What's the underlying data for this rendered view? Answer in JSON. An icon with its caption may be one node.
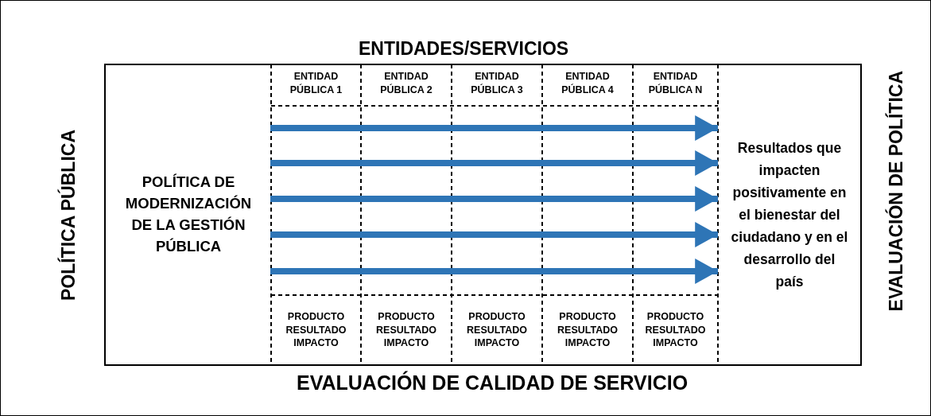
{
  "diagram": {
    "nodes": [
      {
        "text": [
          "ENTIDAD PÚBLICA 1"
        ]
      },
      {
        "text": [
          "ENTIDAD PÚBLICA 2"
        ]
      },
      {
        "text": [
          "ENTIDAD PÚBLICA 3"
        ]
      },
      {
        "text": [
          "ENTIDAD PÚBLICA 4"
        ]
      },
      {
        "text": [
          "ENTIDAD PÚBLICA N"
        ]
      },
      {
        "text": [
          "POLÍTICA DE MODERNIZACIÓN DE LA GESTIÓN PÚBLICA"
        ]
      },
      {
        "text": [
          "Resultados que impacten positivamente en el bienestar del ciudadano y en el desarrollo del país"
        ]
      },
      {
        "text": [
          "PRODUCTO RESULTADO IMPACTO"
        ]
      },
      {
        "text": [
          "PRODUCTO RESULTADO IMPACTO"
        ]
      },
      {
        "text": [
          "PRODUCTO RESULTADO IMPACTO"
        ]
      },
      {
        "text": [
          "PRODUCTO RESULTADO IMPACTO"
        ]
      },
      {
        "text": [
          "PRODUCTO RESULTADO IMPACTO"
        ]
      }
    ],
    "edges": [
      {
        "from": 5,
        "to": 6,
        "arrow": "to"
      },
      {
        "from": 5,
        "to": 6,
        "arrow": "to"
      },
      {
        "from": 5,
        "to": 6,
        "arrow": "to"
      },
      {
        "from": 5,
        "to": 6,
        "arrow": "to"
      },
      {
        "from": 5,
        "to": 6,
        "arrow": "to"
      }
    ],
    "labels": [
      "ENTIDADES/SERVICIOS",
      "POLÍTICA PÚBLICA",
      "EVALUACIÓN DE POLÍTICA",
      "EVALUACIÓN DE CALIDAD DE SERVICIO"
    ]
  }
}
